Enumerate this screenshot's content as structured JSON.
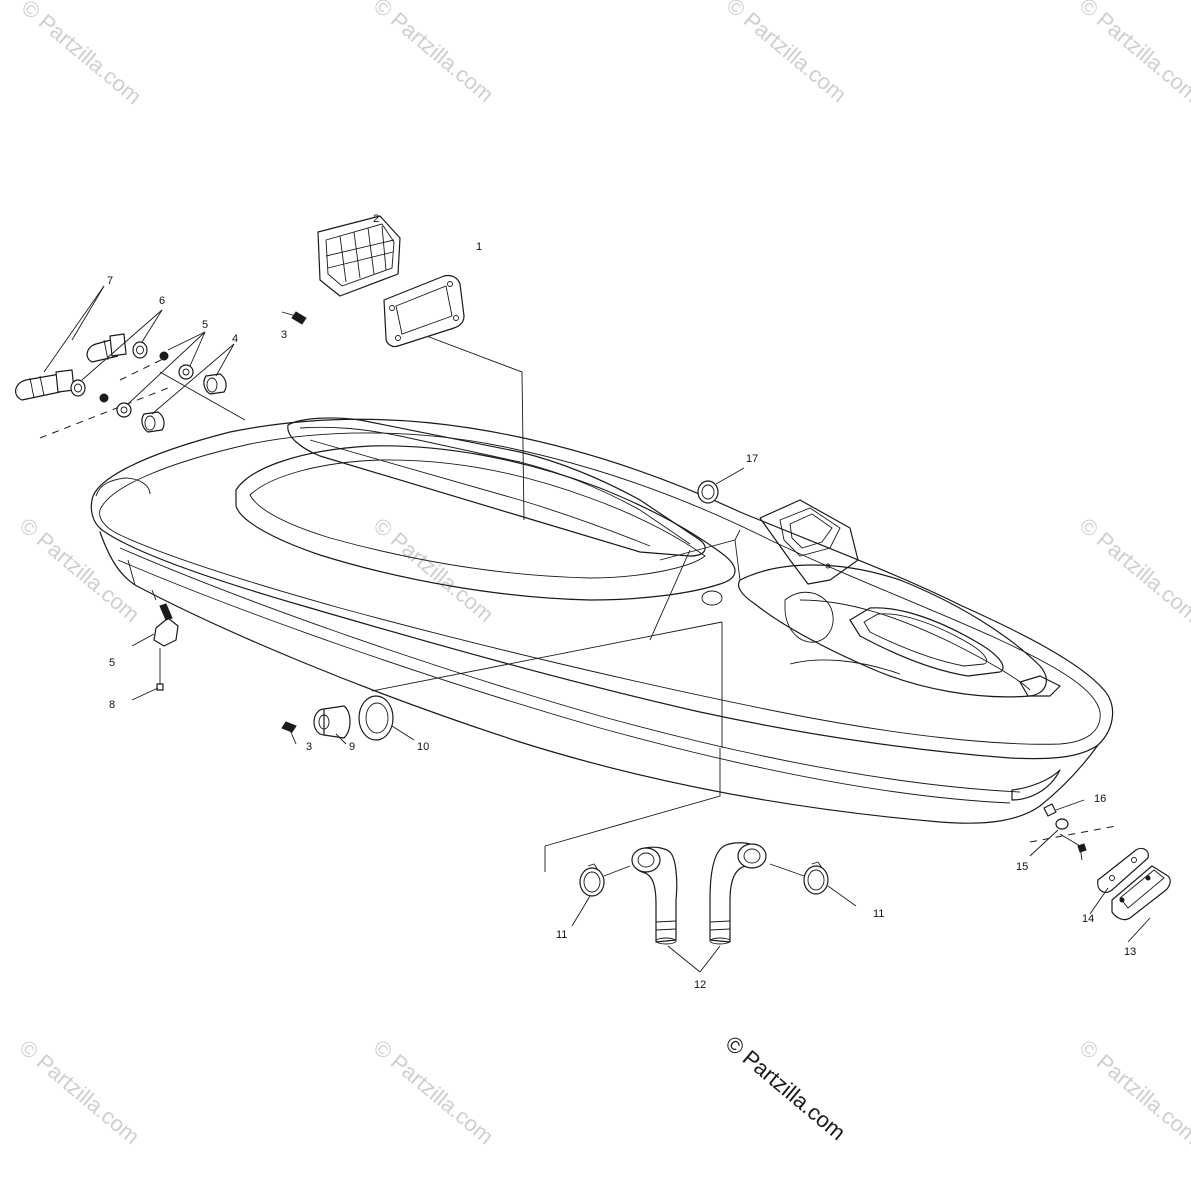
{
  "watermark": {
    "text": "© Partzilla.com",
    "main_text": "© Partzilla.com"
  },
  "callouts": {
    "c1": "1",
    "c2": "2",
    "c3a": "3",
    "c3b": "3",
    "c4": "4",
    "c5a": "5",
    "c5b": "5",
    "c6": "6",
    "c7": "7",
    "c8": "8",
    "c9": "9",
    "c10": "10",
    "c11a": "11",
    "c11b": "11",
    "c12": "12",
    "c13": "13",
    "c14": "14",
    "c15": "15",
    "c16": "16",
    "c17": "17"
  }
}
